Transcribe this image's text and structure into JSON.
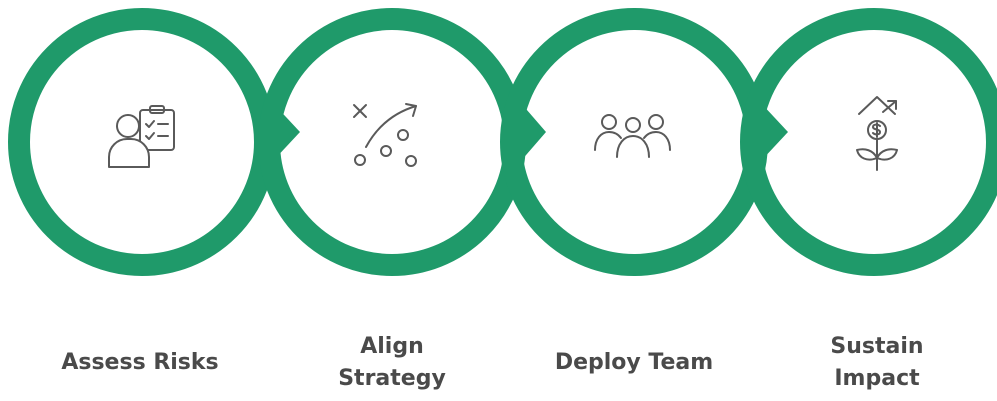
{
  "colors": {
    "ring": "#1f9a6a",
    "icon_stroke": "#5a5a5a",
    "label_text": "#4a4a4a",
    "background": "#ffffff"
  },
  "steps": [
    {
      "label": "Assess Risks",
      "icon": "person-clipboard-checklist-icon"
    },
    {
      "label": "Align\nStrategy",
      "icon": "strategy-play-diagram-icon"
    },
    {
      "label": "Deploy Team",
      "icon": "team-group-icon"
    },
    {
      "label": "Sustain\nImpact",
      "icon": "growth-plant-dollar-icon"
    }
  ]
}
